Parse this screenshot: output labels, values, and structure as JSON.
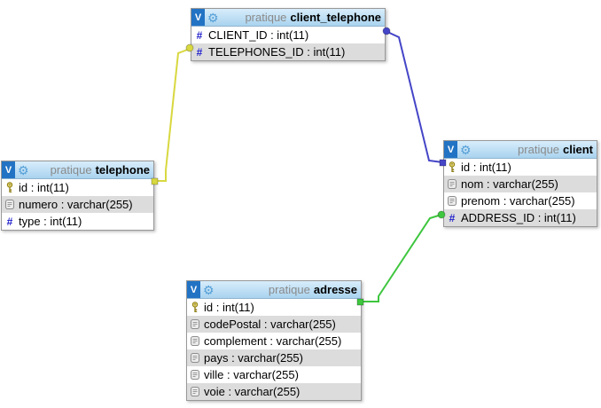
{
  "icons": {
    "view_glyph": "V",
    "gear_glyph": "⚙",
    "hash_glyph": "#"
  },
  "diagram": {
    "database": "pratique",
    "tables": [
      {
        "name": "client_telephone",
        "columns": [
          {
            "label": "CLIENT_ID : int(11)",
            "icon": "hash"
          },
          {
            "label": "TELEPHONES_ID : int(11)",
            "icon": "hash"
          }
        ]
      },
      {
        "name": "telephone",
        "columns": [
          {
            "label": "id : int(11)",
            "icon": "key"
          },
          {
            "label": "numero : varchar(255)",
            "icon": "text"
          },
          {
            "label": "type : int(11)",
            "icon": "hash"
          }
        ]
      },
      {
        "name": "client",
        "columns": [
          {
            "label": "id : int(11)",
            "icon": "key"
          },
          {
            "label": "nom : varchar(255)",
            "icon": "text"
          },
          {
            "label": "prenom : varchar(255)",
            "icon": "text"
          },
          {
            "label": "ADDRESS_ID : int(11)",
            "icon": "hash"
          }
        ]
      },
      {
        "name": "adresse",
        "columns": [
          {
            "label": "id : int(11)",
            "icon": "key"
          },
          {
            "label": "codePostal : varchar(255)",
            "icon": "text"
          },
          {
            "label": "complement : varchar(255)",
            "icon": "text"
          },
          {
            "label": "pays : varchar(255)",
            "icon": "text"
          },
          {
            "label": "ville : varchar(255)",
            "icon": "text"
          },
          {
            "label": "voie : varchar(255)",
            "icon": "text"
          }
        ]
      }
    ],
    "relations": [
      {
        "from": "client_telephone.TELEPHONES_ID",
        "to": "telephone.id",
        "color": "#d8d840"
      },
      {
        "from": "client_telephone.CLIENT_ID",
        "to": "client.id",
        "color": "#4545c8"
      },
      {
        "from": "client.ADDRESS_ID",
        "to": "adresse.id",
        "color": "#3ec63e"
      }
    ]
  }
}
